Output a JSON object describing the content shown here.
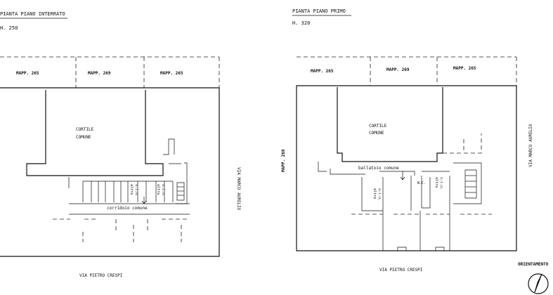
{
  "left_plan": {
    "title": "PIANTA PIANO INTERRATO",
    "height_label": "H. 250",
    "parcels": [
      "MAPP. 265",
      "MAPP. 269",
      "MAPP. 265"
    ],
    "courtyard": [
      "CORTILE",
      "COMUNE"
    ],
    "rooms": [
      "altra",
      "u.i.u.",
      "altra",
      "u.i.u."
    ],
    "corridor": "corridoio comune",
    "street_right": "VIA MARCO AURELIO",
    "street_bottom": "VIA PIETRO CRESPI"
  },
  "right_plan": {
    "title": "PIANTA PIANO PRIMO",
    "height_label": "H. 320",
    "parcels": [
      "MAPP. 265",
      "MAPP. 269",
      "MAPP. 265"
    ],
    "parcel_left": "MAPP. 268",
    "courtyard": [
      "CORTILE",
      "COMUNE"
    ],
    "balcony": "ballatoio comune",
    "rooms": [
      "altra",
      "u.i.u.",
      "altra",
      "u.i.u."
    ],
    "wc": "W.C.",
    "street_right": "VIA MARCO AURELIO",
    "street_bottom": "VIA PIETRO CRESPI"
  },
  "orientation": {
    "label": "ORIENTAMENTO",
    "icon": "north-arrow-icon"
  }
}
